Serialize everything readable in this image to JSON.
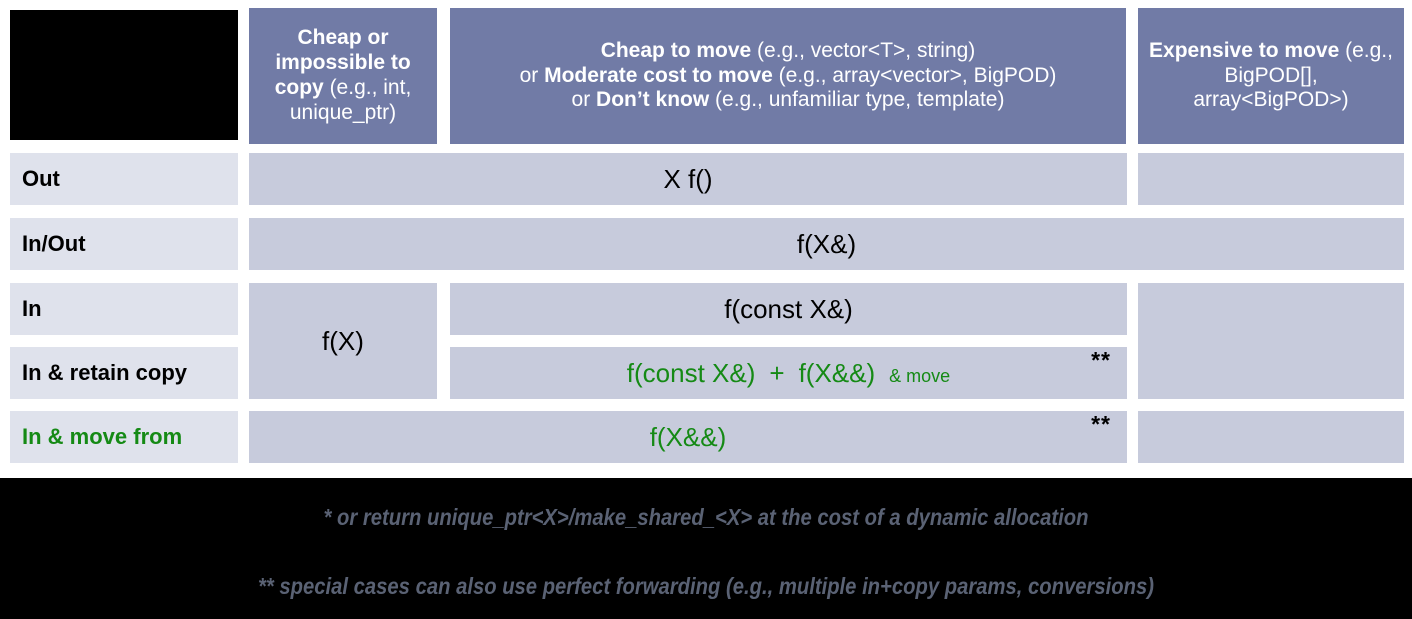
{
  "theme": {
    "header_bg": "#717ba6",
    "header_fg": "#ffffff",
    "rowlabel_bg": "#dfe2ec",
    "cell_bg": "#c7cbdc",
    "accent_green": "#158a15",
    "band_bg": "#000000",
    "footnote_fg": "#5a6274"
  },
  "table": {
    "corner": "",
    "columns": [
      {
        "id": "cheap-copy",
        "line1_bold": "Cheap or impossible to copy",
        "line1_rest": " (e.g., int, unique_ptr)"
      },
      {
        "id": "cheap-move",
        "lines": [
          {
            "bold": "Cheap to move",
            "rest": " (e.g., vector<T>, string)"
          },
          {
            "prefix": "or ",
            "bold": "Moderate cost to move",
            "rest": " (e.g., array<vector>, BigPOD)"
          },
          {
            "prefix": "or ",
            "bold": "Don’t know",
            "rest": " (e.g., unfamiliar type, template)"
          }
        ]
      },
      {
        "id": "expensive-move",
        "line1_bold": "Expensive to move",
        "line1_rest": " (e.g., BigPOD[], array<BigPOD>)"
      }
    ],
    "rows": [
      {
        "id": "out",
        "label": "Out",
        "green_label": false
      },
      {
        "id": "in-out",
        "label": "In/Out",
        "green_label": false
      },
      {
        "id": "in",
        "label": "In",
        "green_label": false
      },
      {
        "id": "in-retain-copy",
        "label": "In & retain copy",
        "green_label": false
      },
      {
        "id": "in-move-from",
        "label": "In & move from",
        "green_label": true
      }
    ],
    "cells": {
      "out_main": "X f()",
      "inout_main": "f(X&)",
      "in_cheapcopy": "f(X)",
      "in_main": "f(const X&)",
      "retain_left": "f(const X&)",
      "retain_plus": "+",
      "retain_right": "f(X&&)",
      "retain_rightnote": "& move",
      "retain_marker": "**",
      "movefrom_main": "f(X&&)",
      "movefrom_marker": "**"
    }
  },
  "footnotes": [
    "* or return unique_ptr<X>/make_shared_<X> at the cost of a dynamic allocation",
    "** special cases can also use perfect forwarding (e.g., multiple in+copy params, conversions)"
  ]
}
